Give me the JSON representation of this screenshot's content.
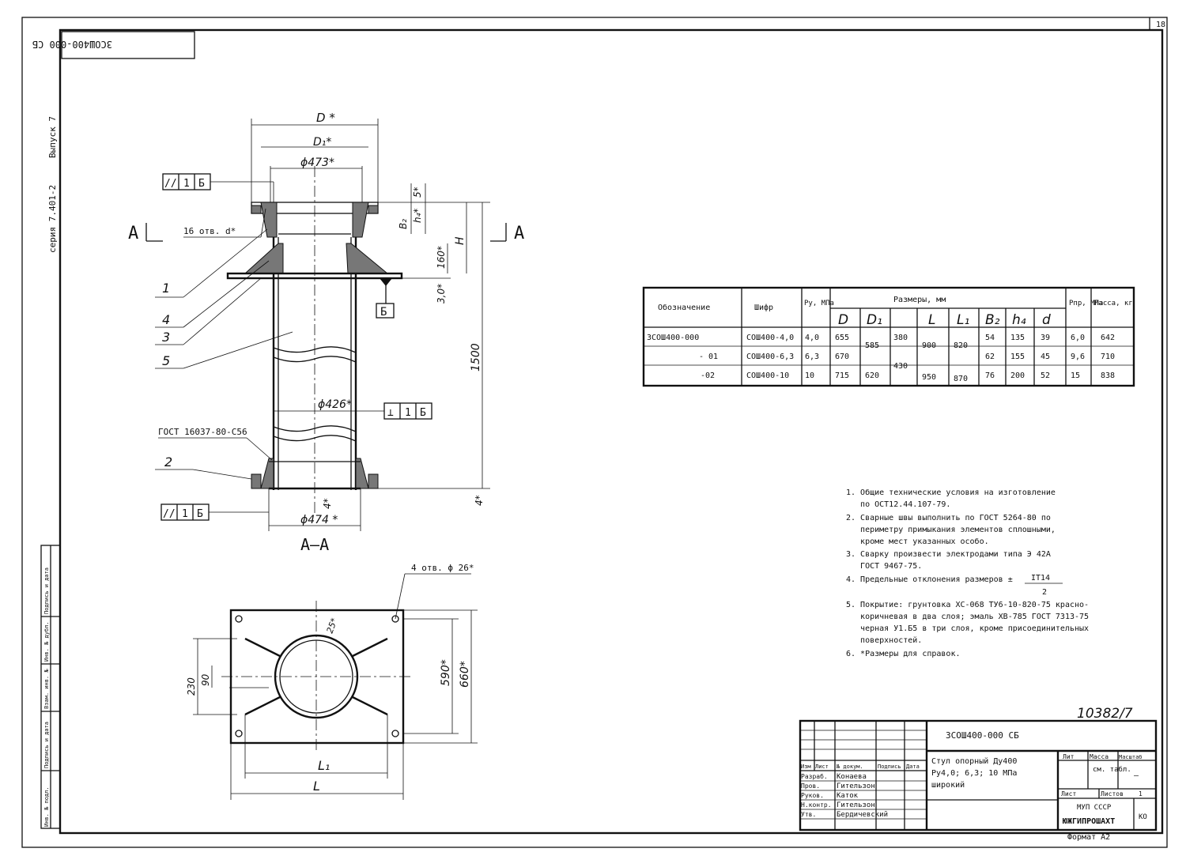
{
  "sheet": {
    "page_number": "18",
    "stamp_top": "3СОШ400-000 СБ",
    "side_series": "серия 7.401-2",
    "side_issue": "Выпуск 7",
    "handwritten_number": "10382/7",
    "format": "Формат А2"
  },
  "drawing": {
    "dim_D": "D *",
    "dim_D1": "D₁*",
    "dim_473": "ϕ473*",
    "dim_5": "5*",
    "dim_B2": "B₂",
    "dim_h4": "h₄*",
    "dim_H": "H",
    "dim_160": "160*",
    "dim_30": "3,0*",
    "dim_1500": "1500",
    "dim_426": "ϕ426*",
    "dim_4a": "4*",
    "dim_4b": "4*",
    "dim_474": "ϕ474 *",
    "holes_note": "16 отв. d*",
    "section_left": "А",
    "section_right": "А",
    "section_title": "А–А",
    "gost_weld": "ГОСТ 16037-80-С56",
    "weld_mark": "Б",
    "tol_top": [
      "//",
      "1",
      "Б"
    ],
    "tol_mid": [
      "⊥",
      "1",
      "Б"
    ],
    "tol_bot": [
      "//",
      "1",
      "Б"
    ],
    "callouts": [
      "1",
      "4",
      "3",
      "5",
      "2"
    ],
    "plan_holes": "4 отв. ϕ 26*",
    "plan_25": "25*",
    "plan_590": "590*",
    "plan_660": "660*",
    "plan_230": "230",
    "plan_90": "90",
    "plan_L1": "L₁",
    "plan_L": "L"
  },
  "table": {
    "headers": {
      "designation": "Обозначение",
      "code": "Шифр",
      "py": "Ру, МПа",
      "sizes": "Размеры, мм",
      "D": "D",
      "D1": "D₁",
      "blank": "",
      "L": "L",
      "L1": "L₁",
      "B2": "B₂",
      "h4": "h₄",
      "d": "d",
      "ppr": "Рпр, МПа",
      "mass": "Масса, кг"
    },
    "rows": [
      {
        "designation": "3СОШ400-000",
        "code": "СОШ400-4,0",
        "py": "4,0",
        "D": "655",
        "D1": "585",
        "col": "380",
        "L": "900",
        "L1": "820",
        "B2": "54",
        "h4": "135",
        "d": "39",
        "ppr": "6,0",
        "mass": "642"
      },
      {
        "designation": "- 01",
        "code": "СОШ400-6,3",
        "py": "6,3",
        "D": "670",
        "D1": "",
        "col": "430",
        "L": "",
        "L1": "",
        "B2": "62",
        "h4": "155",
        "d": "45",
        "ppr": "9,6",
        "mass": "710"
      },
      {
        "designation": "-02",
        "code": "СОШ400-10",
        "py": "10",
        "D": "715",
        "D1": "620",
        "col": "",
        "L": "950",
        "L1": "870",
        "B2": "76",
        "h4": "200",
        "d": "52",
        "ppr": "15",
        "mass": "838"
      }
    ]
  },
  "notes": [
    "1. Общие технические условия на изготовление",
    "   по ОСТ12.44.107-79.",
    "2. Сварные швы выполнить по ГОСТ 5264-80 по",
    "   периметру примыкания элементов сплошными,",
    "   кроме мест указанных особо.",
    "3. Сварку произвести электродами типа Э 42А",
    "   ГОСТ 9467-75.",
    "4. Предельные отклонения размеров ±",
    "5. Покрытие: грунтовка ХС-068 ТУ6-10-820-75 красно-",
    "   коричневая в два слоя; эмаль ХВ-785 ГОСТ 7313-75",
    "   черная У1.Б5 в три слоя, кроме присоединительных",
    "   поверхностей.",
    "6. *Размеры для справок."
  ],
  "tolerance_fraction": {
    "num": "IT14",
    "den": "2"
  },
  "title_block": {
    "doc_code": "3СОШ400-000 СБ",
    "title_lines": [
      "Стул опорный Ду400",
      "Ру4,0; 6,3; 10 МПа",
      "широкий"
    ],
    "col_headers": [
      "Изм",
      "Лист",
      "№ докум.",
      "Подпись",
      "Дата"
    ],
    "roles": [
      "Разраб.",
      "Пров.",
      "Руков.",
      "Н.контр.",
      "Утв."
    ],
    "names": [
      "Конаева",
      "Гительзон",
      "Каток",
      "Гительзон",
      "Бердичевский"
    ],
    "lit": "Лит",
    "mass": "Масса",
    "scale": "Масштаб",
    "mass_value": "см. табл.",
    "scale_value": "–",
    "sheet": "Лист",
    "sheets": "Листов",
    "sheets_value": "1",
    "org1": "МУП СССР",
    "org2": "ЮЖГИПРОШАХТ",
    "org_suffix": "КО"
  },
  "side_stamp": {
    "cols": [
      "Инв. № подл.",
      "Подпись и дата",
      "Взам. инв. №",
      "Инв. № дубл.",
      "Подпись и дата"
    ]
  }
}
